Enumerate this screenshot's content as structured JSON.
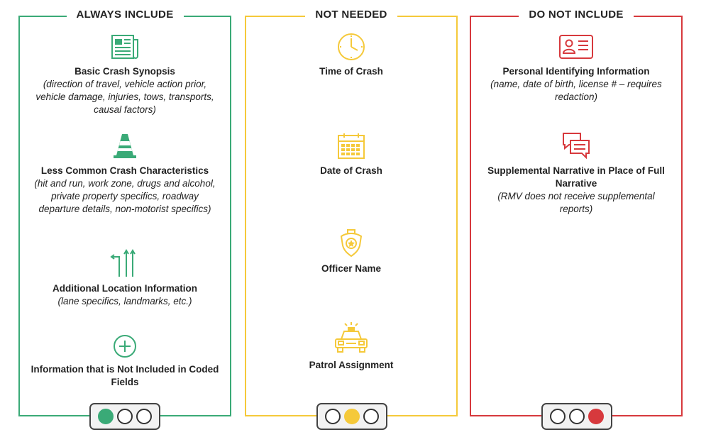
{
  "colors": {
    "green": "#3aaa77",
    "yellow": "#f5c93a",
    "red": "#d7393d"
  },
  "columns": [
    {
      "title": "ALWAYS INCLUDE",
      "items": [
        {
          "icon": "newspaper-icon",
          "title": "Basic Crash Synopsis",
          "sub": "(direction of travel, vehicle action prior, vehicle damage, injuries, tows, transports, causal factors)"
        },
        {
          "icon": "traffic-cone-icon",
          "title": "Less Common Crash Characteristics",
          "sub": "(hit and run, work zone, drugs and alcohol, private property specifics, roadway departure details, non-motorist specifics)"
        },
        {
          "icon": "lane-arrows-icon",
          "title": "Additional Location Information",
          "sub": "(lane specifics, landmarks, etc.)"
        },
        {
          "icon": "plus-circle-icon",
          "title": "Information that is Not Included in Coded Fields",
          "sub": ""
        }
      ],
      "light": {
        "lit": 0,
        "lit_color": "#3aaa77"
      }
    },
    {
      "title": "NOT NEEDED",
      "items": [
        {
          "icon": "clock-icon",
          "title": "Time of Crash",
          "sub": ""
        },
        {
          "icon": "calendar-icon",
          "title": "Date of Crash",
          "sub": ""
        },
        {
          "icon": "badge-icon",
          "title": "Officer Name",
          "sub": ""
        },
        {
          "icon": "patrol-car-icon",
          "title": "Patrol Assignment",
          "sub": ""
        }
      ],
      "light": {
        "lit": 1,
        "lit_color": "#f5c93a"
      }
    },
    {
      "title": "DO NOT INCLUDE",
      "items": [
        {
          "icon": "id-card-icon",
          "title": "Personal Identifying Information",
          "sub": "(name, date of birth, license # – requires redaction)"
        },
        {
          "icon": "chat-bubbles-icon",
          "title": "Supplemental Narrative in Place of Full Narrative",
          "sub": "(RMV does not receive supplemental reports)"
        }
      ],
      "light": {
        "lit": 2,
        "lit_color": "#d7393d"
      }
    }
  ]
}
